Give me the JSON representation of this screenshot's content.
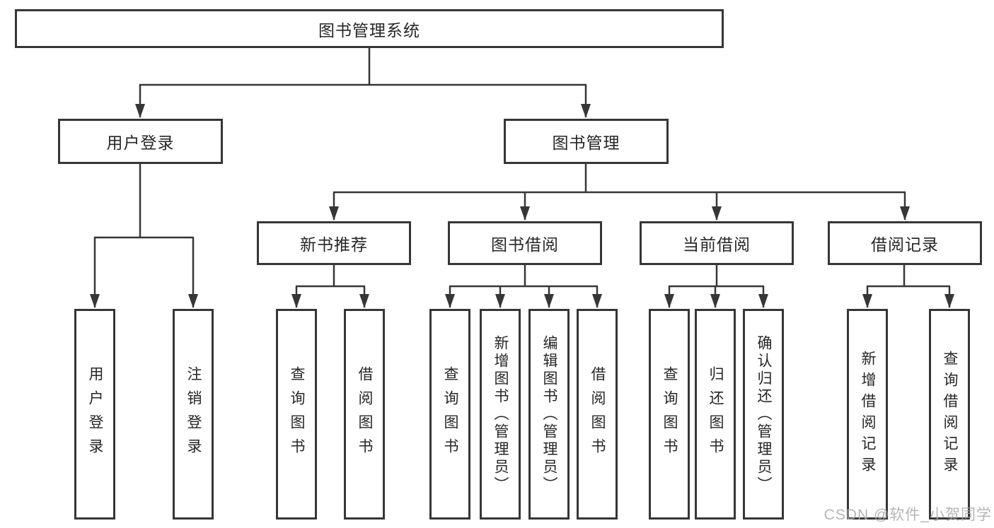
{
  "diagram": {
    "root": "图书管理系统",
    "branches": [
      {
        "label": "用户登录",
        "children": [
          "用户登录",
          "注销登录"
        ]
      },
      {
        "label": "图书管理",
        "sections": [
          {
            "label": "新书推荐",
            "children": [
              "查询图书",
              "借阅图书"
            ]
          },
          {
            "label": "图书借阅",
            "children": [
              "查询图书",
              "新增图书（管理员）",
              "编辑图书（管理员）",
              "借阅图书"
            ]
          },
          {
            "label": "当前借阅",
            "children": [
              "查询图书",
              "归还图书",
              "确认归还（管理员）"
            ]
          },
          {
            "label": "借阅记录",
            "children": [
              "新增借阅记录",
              "查询借阅记录"
            ]
          }
        ]
      }
    ]
  },
  "colors": {
    "line": "#363636",
    "text": "#262626",
    "background": "#ffffff",
    "watermark": "#a8a8a8"
  },
  "watermark": "CSDN @软件_小贺同学"
}
